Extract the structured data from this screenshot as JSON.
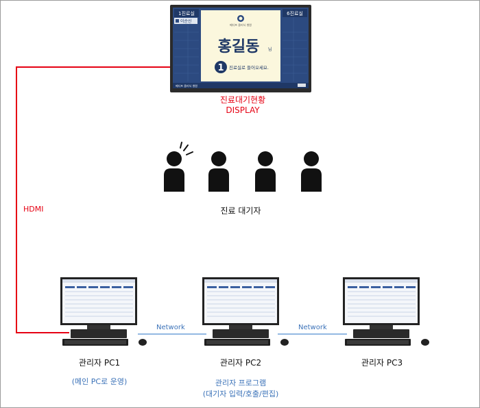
{
  "display": {
    "label_line1": "진료대기현황",
    "label_line2": "DISPLAY",
    "screen": {
      "room_left": "1진료실",
      "room_right": "6진료실",
      "left_entry": "이순신",
      "hospital_name": "메디프 클리닉 병원",
      "patient_name": "홍길동",
      "honorific": "님",
      "queue_number": "1",
      "message": "진료실로 들어오세요.",
      "footer_text": "메디프 클리닉 병원"
    }
  },
  "connections": {
    "hdmi_label": "HDMI",
    "network_label_1": "Network",
    "network_label_2": "Network"
  },
  "patients": {
    "label": "진료 대기자",
    "count": 4
  },
  "pcs": [
    {
      "label": "관리자 PC1",
      "note": "(메인 PC로 운영)"
    },
    {
      "label": "관리자 PC2",
      "note_line1": "관리자 프로그램",
      "note_line2": "(대기자 입력/호출/편집)"
    },
    {
      "label": "관리자 PC3"
    }
  ],
  "colors": {
    "hdmi_line": "#e60012",
    "network_line": "#6fa0d8",
    "note_text": "#3b72b8",
    "screen_navy": "#2c4a80",
    "screen_cream": "#fbf7dd"
  }
}
